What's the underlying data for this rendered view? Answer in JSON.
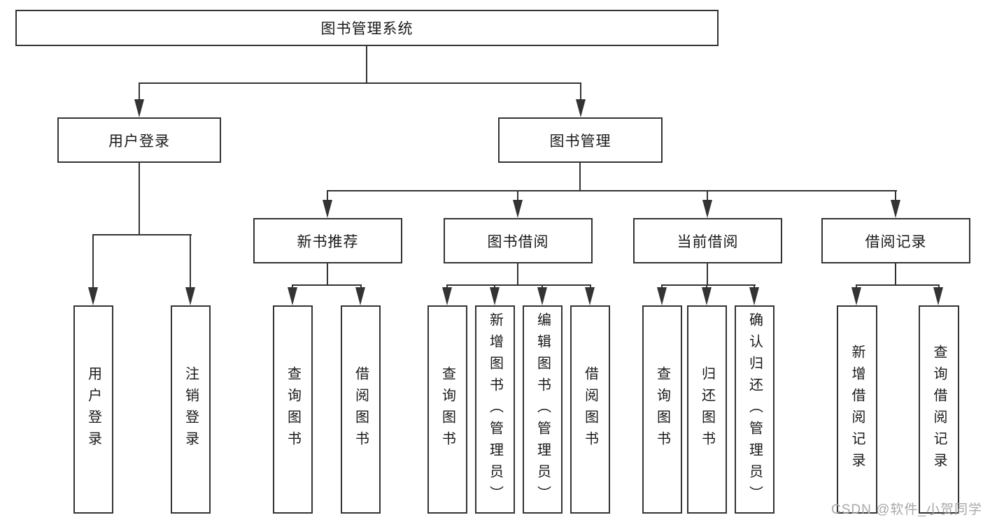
{
  "tree": {
    "label": "图书管理系统",
    "children": [
      {
        "label": "用户登录",
        "children": [
          {
            "label": "用户登录"
          },
          {
            "label": "注销登录"
          }
        ]
      },
      {
        "label": "图书管理",
        "children": [
          {
            "label": "新书推荐",
            "children": [
              {
                "label": "查询图书"
              },
              {
                "label": "借阅图书"
              }
            ]
          },
          {
            "label": "图书借阅",
            "children": [
              {
                "label": "查询图书"
              },
              {
                "label": "新增图书（管理员）"
              },
              {
                "label": "编辑图书（管理员）"
              },
              {
                "label": "借阅图书"
              }
            ]
          },
          {
            "label": "当前借阅",
            "children": [
              {
                "label": "查询图书"
              },
              {
                "label": "归还图书"
              },
              {
                "label": "确认归还（管理员）"
              }
            ]
          },
          {
            "label": "借阅记录",
            "children": [
              {
                "label": "新增借阅记录"
              },
              {
                "label": "查询借阅记录"
              }
            ]
          }
        ]
      }
    ]
  },
  "watermark": {
    "text": "CSDN @软件_小贺同学"
  },
  "colors": {
    "line": "#333333",
    "text": "#1a1a1a",
    "background": "#ffffff",
    "watermark": "#a8a8a8"
  }
}
